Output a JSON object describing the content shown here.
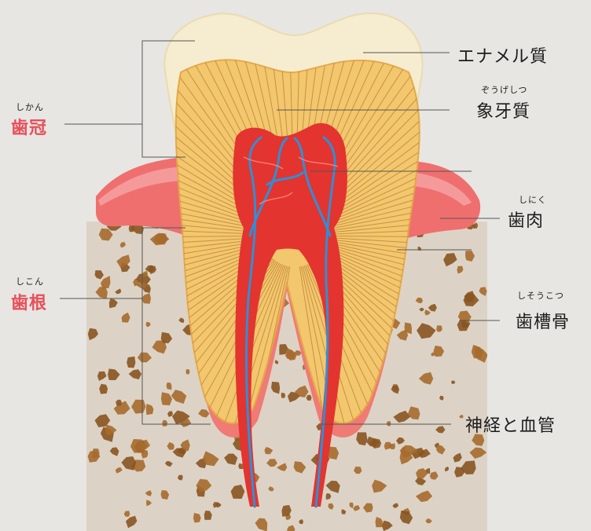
{
  "labels": {
    "enamel": {
      "text": "エナメル質"
    },
    "dentin": {
      "text": "象牙質",
      "reading": "ぞうげしつ"
    },
    "gum": {
      "text": "歯肉",
      "reading": "しにく"
    },
    "alveolar_bone": {
      "text": "歯槽骨",
      "reading": "しそうこつ"
    },
    "nerve_vessels": {
      "text": "神経と血管"
    },
    "crown": {
      "text": "歯冠",
      "reading": "しかん"
    },
    "root": {
      "text": "歯根",
      "reading": "しこん"
    }
  },
  "colors": {
    "background": "#e7e6e2",
    "enamel": "#f5e9c8",
    "dentin": "#f0c46a",
    "pulp": "#e3342f",
    "vessel": "#2f8fd8",
    "gum": "#ef6f6f",
    "bone": "#a66a2c",
    "highlight_label": "#e8505b"
  }
}
